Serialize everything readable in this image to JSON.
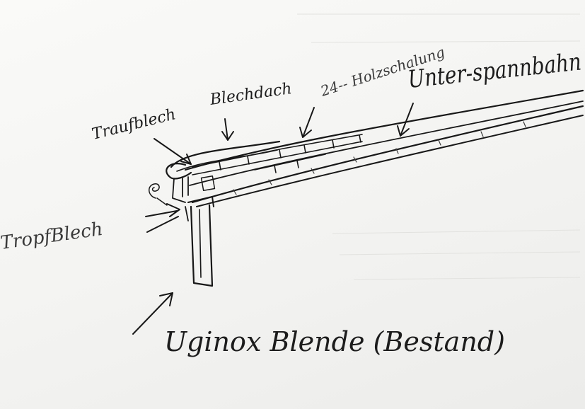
{
  "labels": {
    "traufblech": "Traufblech",
    "blechdach": "Blechdach",
    "holzschalung": "24-- Holzschalung",
    "unterspannbahn": "Unter-spannbahn",
    "tropfblech": "TropfBlech",
    "uginox_blende": "Uginox Blende (Bestand)"
  },
  "colors": {
    "paper": "#f4f4f2",
    "ink": "#181818"
  }
}
